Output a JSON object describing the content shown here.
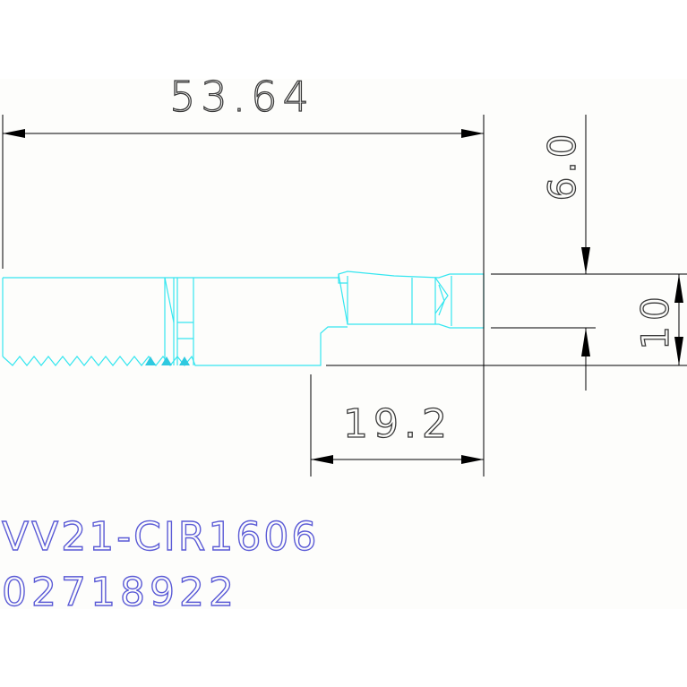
{
  "colors": {
    "background": "#fdfdfb",
    "dimension_line": "#000000",
    "dimension_text": "#3a3a3a",
    "part_outline": "#35e6f0",
    "part_fill_marks": "#2fc9e0",
    "title_text": "#5b5bd6"
  },
  "dimensions": {
    "overall_length": "53.64",
    "top_offset": "6.0",
    "height": "10",
    "insert_length": "19.2"
  },
  "title_block": {
    "part_name": "VV21-CIR1606",
    "part_number": "02718922"
  }
}
